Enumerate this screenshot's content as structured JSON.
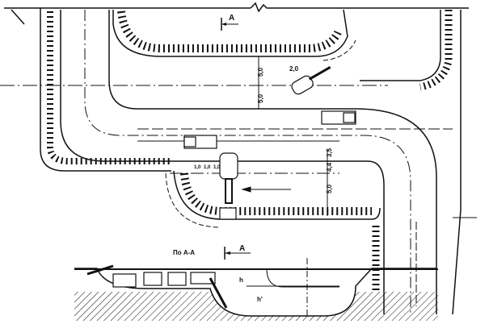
{
  "section_marker_top": "А",
  "dimensions": {
    "upper_half_width_1": "5,0",
    "upper_half_width_2": "5,0",
    "excavator_offset": "2,0",
    "gap_a": "3,5",
    "gap_b": "4,4",
    "lower_half_width": "5,0",
    "truck_spacing_1": "1,0",
    "truck_spacing_2": "1,0",
    "truck_spacing_3": "1,0"
  },
  "section": {
    "title": "По А-А",
    "marker": "А",
    "height_label_1": "h",
    "height_label_2": "h'"
  }
}
